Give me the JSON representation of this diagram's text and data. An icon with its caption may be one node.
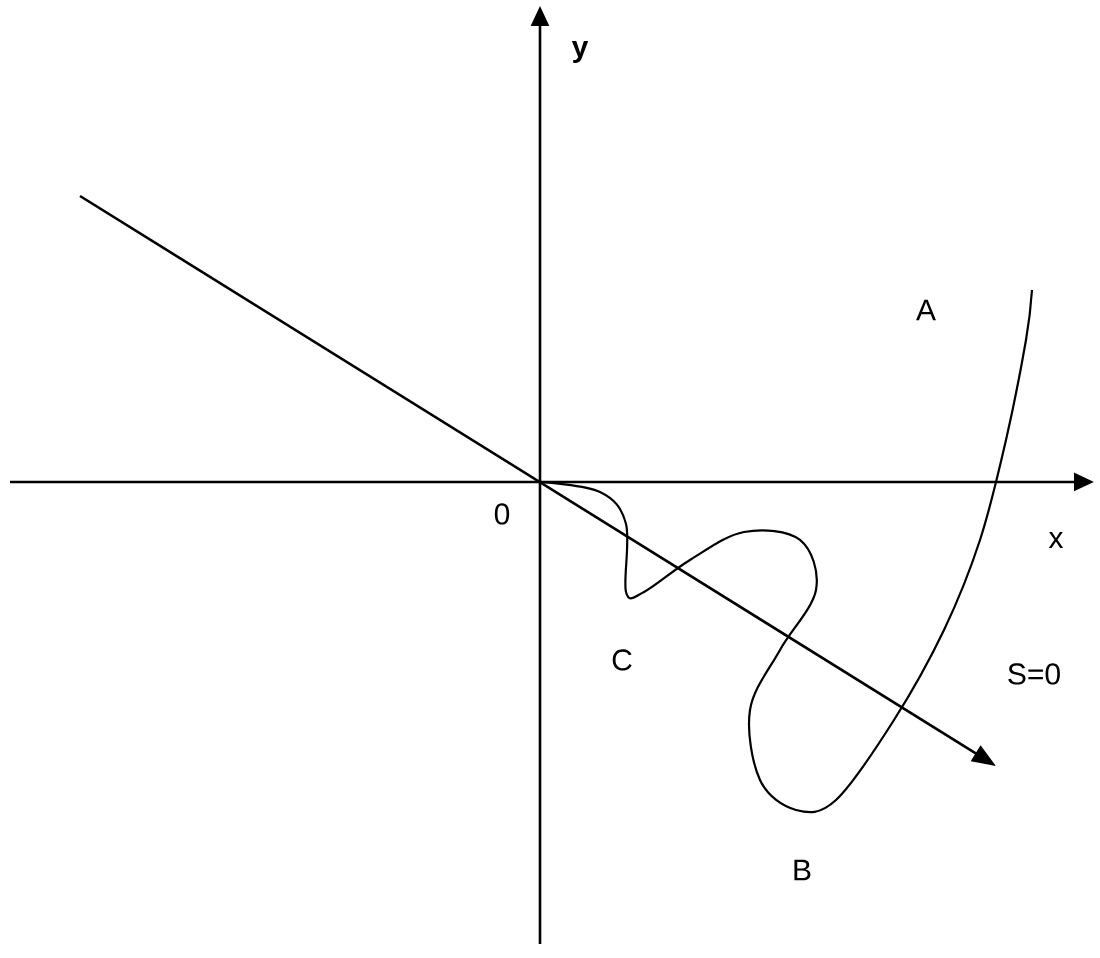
{
  "diagram": {
    "labels": [
      "y",
      "A",
      "0",
      "x",
      "C",
      "S=0",
      "B"
    ]
  }
}
